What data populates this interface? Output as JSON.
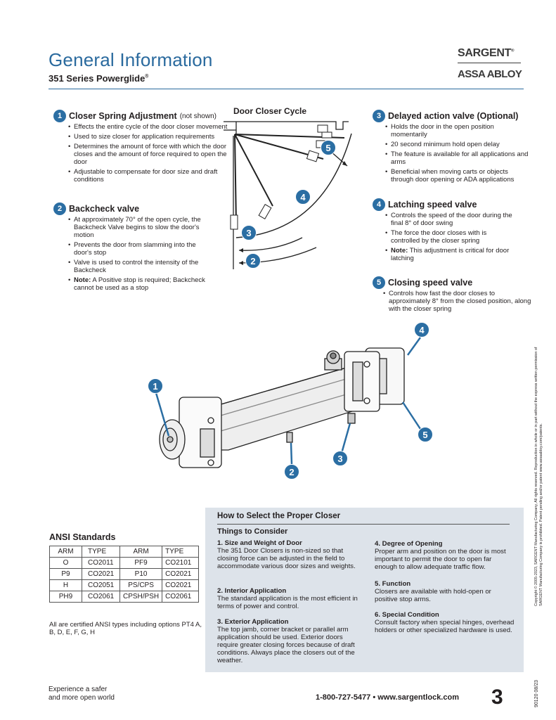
{
  "header": {
    "title": "General Information",
    "subtitle": "351 Series Powerglide",
    "subtitle_mark": "®",
    "logo_brand": "SARGENT",
    "logo_brand_mark": "®",
    "logo_parent": "ASSA ABLOY"
  },
  "diagram": {
    "title": "Door Closer Cycle",
    "callouts": [
      "2",
      "3",
      "4",
      "5"
    ]
  },
  "sections": [
    {
      "number": "1",
      "title": "Closer Spring Adjustment",
      "note": "(not shown)",
      "bullets": [
        "Effects the entire cycle of the door closer movement",
        "Used to size closer for application requirements",
        "Determines the amount of force with which the door closes and the amount of force required to open the door",
        "Adjustable to compensate for door size and draft conditions"
      ]
    },
    {
      "number": "2",
      "title": "Backcheck valve",
      "bullets": [
        "At approximately 70° of the open cycle, the Backcheck Valve begins to slow the door's motion",
        "Prevents the door from slamming into the door's stop",
        "Valve is used to control the intensity of the Backcheck"
      ],
      "note_label": "Note:",
      "note_text": " A Positive stop is required; Backcheck cannot be used as a stop"
    },
    {
      "number": "3",
      "title": "Delayed action valve (Optional)",
      "bullets": [
        "Holds the door in the open position momentarily",
        "20 second minimum hold open delay",
        "The feature is available for all applications and arms",
        "Beneficial when moving carts or objects through door opening or ADA applications"
      ]
    },
    {
      "number": "4",
      "title": "Latching speed valve",
      "bullets": [
        "Controls the speed of the door during the final 8° of door swing",
        "The force the door closes with is controlled by the closer spring"
      ],
      "note_label": "Note:",
      "note_text": " This adjustment is critical for door latching"
    },
    {
      "number": "5",
      "title": "Closing speed valve",
      "bullets": [
        "Controls how fast the door closes to approximately 8° from the closed position, along with the closer spring"
      ]
    }
  ],
  "closer_callouts": [
    "1",
    "2",
    "3",
    "4",
    "5"
  ],
  "ansi": {
    "title": "ANSI Standards",
    "headers": [
      "ARM",
      "TYPE",
      "ARM",
      "TYPE"
    ],
    "rows": [
      [
        "O",
        "CO2011",
        "PF9",
        "CO2101"
      ],
      [
        "P9",
        "CO2021",
        "P10",
        "CO2021"
      ],
      [
        "H",
        "CO2051",
        "PS/CPS",
        "CO2021"
      ],
      [
        "PH9",
        "CO2061",
        "CPSH/PSH",
        "CO2061"
      ]
    ],
    "note": "All are certified ANSI types including options PT4 A, B, D, E, F, G, H"
  },
  "selection": {
    "title": "How to Select the Proper Closer",
    "subtitle": "Things to Consider",
    "items": [
      {
        "heading": "1. Size and Weight of Door",
        "text": "The 351 Door Closers is non-sized so that closing force can be adjusted in the field to accommodate various door sizes and weights."
      },
      {
        "heading": "2. Interior Application",
        "text": "The standard application is the most efficient in terms of power and control."
      },
      {
        "heading": "3. Exterior Application",
        "text": "The top jamb, corner bracket or parallel arm application should be used. Exterior doors require greater closing forces because of draft conditions. Always place the closers out of the weather."
      },
      {
        "heading": "4. Degree of Opening",
        "text": "Proper arm and position on the door is most important to permit the door to open far enough to allow adequate traffic flow."
      },
      {
        "heading": "5. Function",
        "text": "Closers are available with hold-open or positive stop arms."
      },
      {
        "heading": "6. Special Condition",
        "text": "Consult factory when special hinges, overhead holders or other specialized hardware is used."
      }
    ]
  },
  "footer": {
    "tagline_line1": "Experience a safer",
    "tagline_line2": "and more open world",
    "contact": "1-800-727-5477 • www.sargentlock.com",
    "page_number": "3",
    "copyright": "Copyright © 2005-2023, SARGENT Manufacturing Company, All rights reserved. Reproduction in whole or in part without the express written permission of SARGENT Manufacturing Company is prohibited. Patent pending and/or patent www.assaabloy.com/patents.",
    "doc_code": "90120   08/23"
  },
  "colors": {
    "accent_blue": "#2a6a9e",
    "badge_blue": "#2b6ea3",
    "panel_gray": "#dde3ea"
  }
}
